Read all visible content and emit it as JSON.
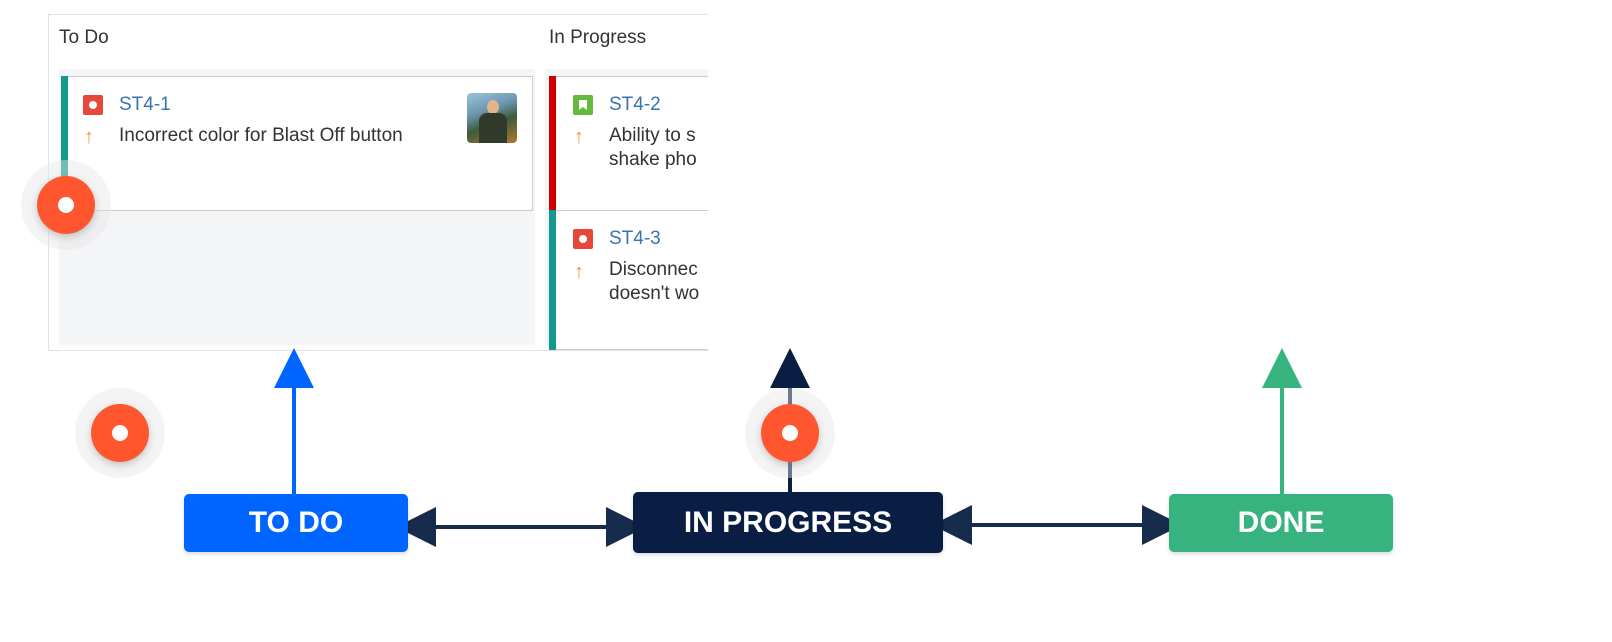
{
  "board": {
    "columns": [
      {
        "title": "To Do"
      },
      {
        "title": "In Progress"
      }
    ],
    "cards": [
      {
        "key": "ST4-1",
        "type": "bug",
        "priority": "high",
        "summary_lines": [
          "Incorrect color for Blast Off button"
        ],
        "stripe_color": "#14998e"
      },
      {
        "key": "ST4-2",
        "type": "story",
        "priority": "high",
        "summary_lines": [
          "Ability to s",
          "shake pho"
        ],
        "stripe_color": "#d00000"
      },
      {
        "key": "ST4-3",
        "type": "bug",
        "priority": "high",
        "summary_lines": [
          "Disconnec",
          "doesn't wo"
        ],
        "stripe_color": "#14998e"
      }
    ],
    "priority_glyph": "↑"
  },
  "statuses": {
    "todo": {
      "label": "TO DO",
      "color": "#0065ff"
    },
    "in_progress": {
      "label": "IN PROGRESS",
      "color": "#091e42"
    },
    "done": {
      "label": "DONE",
      "color": "#36b37e"
    }
  }
}
